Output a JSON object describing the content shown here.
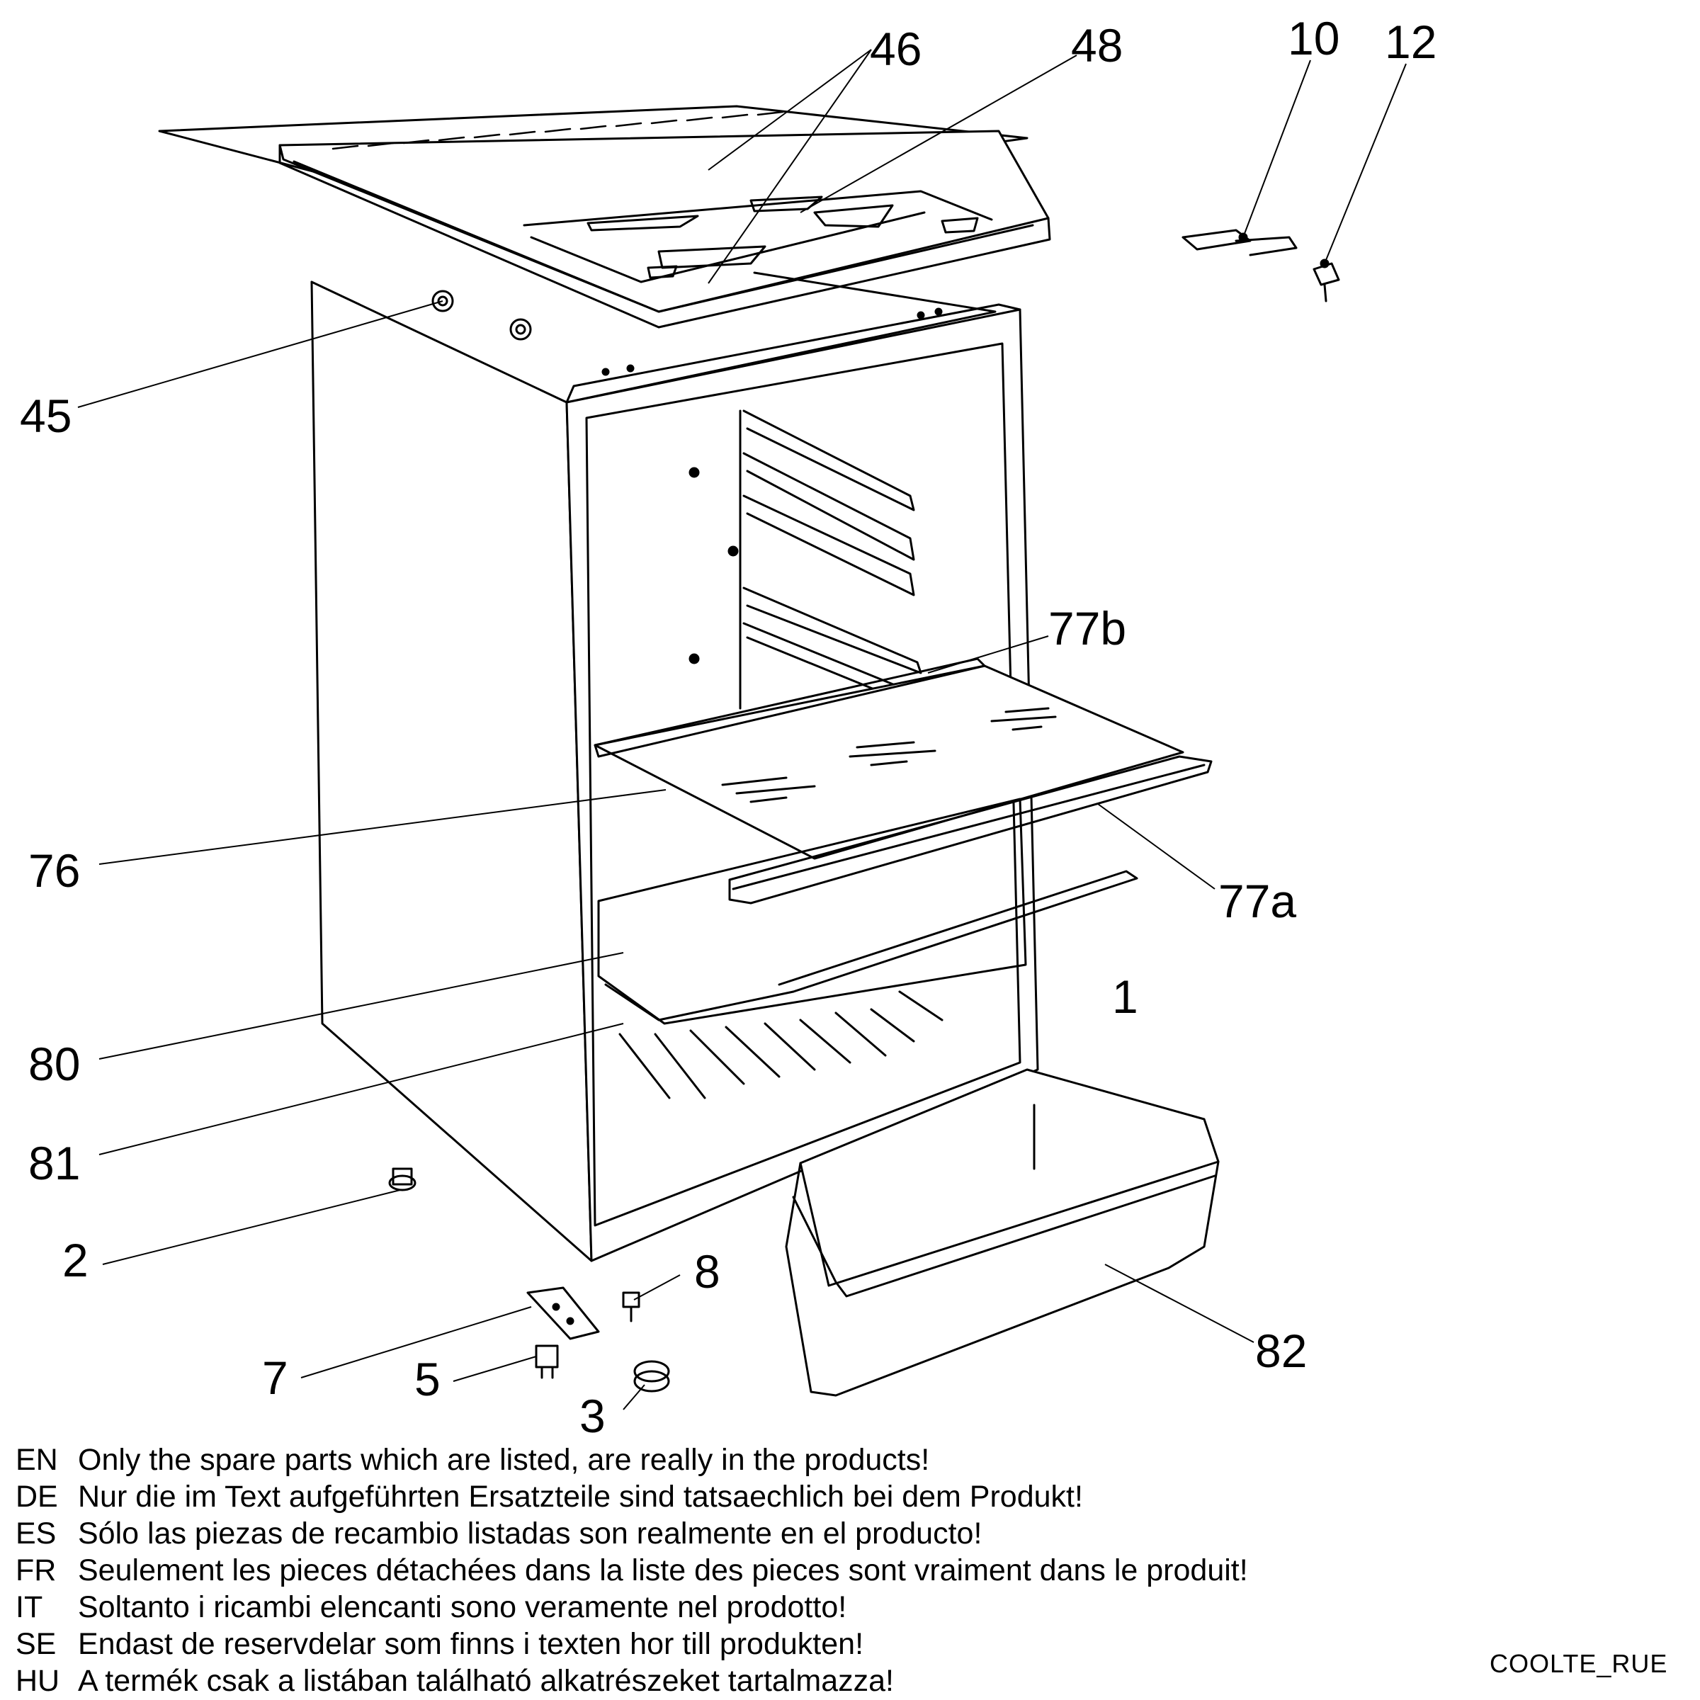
{
  "callouts": {
    "c46": "46",
    "c48": "48",
    "c10": "10",
    "c12": "12",
    "c45": "45",
    "c77b": "77b",
    "c76": "76",
    "c77a": "77a",
    "c1": "1",
    "c80": "80",
    "c81": "81",
    "c2": "2",
    "c8": "8",
    "c82": "82",
    "c7": "7",
    "c5": "5",
    "c3": "3"
  },
  "notes": [
    {
      "lang": "EN",
      "text": "Only the spare parts which are listed, are really in the products!"
    },
    {
      "lang": "DE",
      "text": "Nur die im Text aufgeführten Ersatzteile sind tatsaechlich bei dem Produkt!"
    },
    {
      "lang": "ES",
      "text": "Sólo las piezas de recambio  listadas son realmente en el producto!"
    },
    {
      "lang": "FR",
      "text": "Seulement les pieces détachées dans la liste des pieces sont vraiment dans le produit!"
    },
    {
      "lang": "IT",
      "text": "Soltanto i ricambi elencanti sono veramente nel prodotto!"
    },
    {
      "lang": "SE",
      "text": "Endast de reservdelar som finns i texten hor till produkten!"
    },
    {
      "lang": "HU",
      "text": "A termék csak a listában található alkatrészeket tartalmazza!"
    }
  ],
  "drawing_code": "COOLTE_RUE"
}
